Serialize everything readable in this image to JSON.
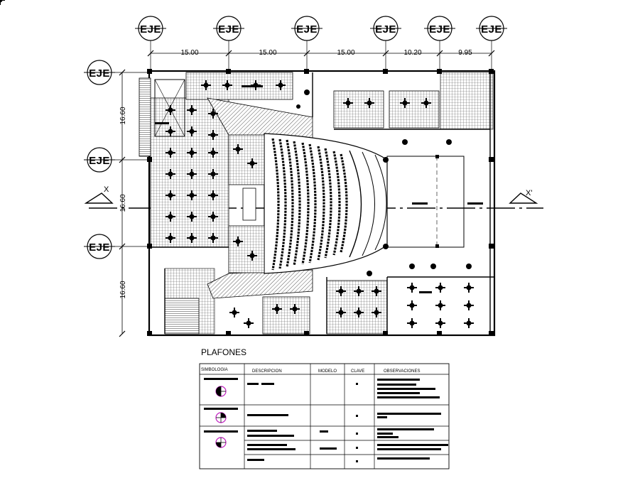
{
  "plan": {
    "axis_label": "EJE",
    "top_dimensions": [
      "15.00",
      "15.00",
      "15.00",
      "10.20",
      "9.95"
    ],
    "left_dimensions": [
      "16.60",
      "16.60",
      "16.60"
    ],
    "section_left": "X",
    "section_right": "X'"
  },
  "legend": {
    "title": "PLAFONES",
    "headers": [
      "SIMBOLOGIA",
      "DESCRIPCION",
      "MODELO",
      "CLAVE",
      "OBSERVACIONES"
    ]
  }
}
